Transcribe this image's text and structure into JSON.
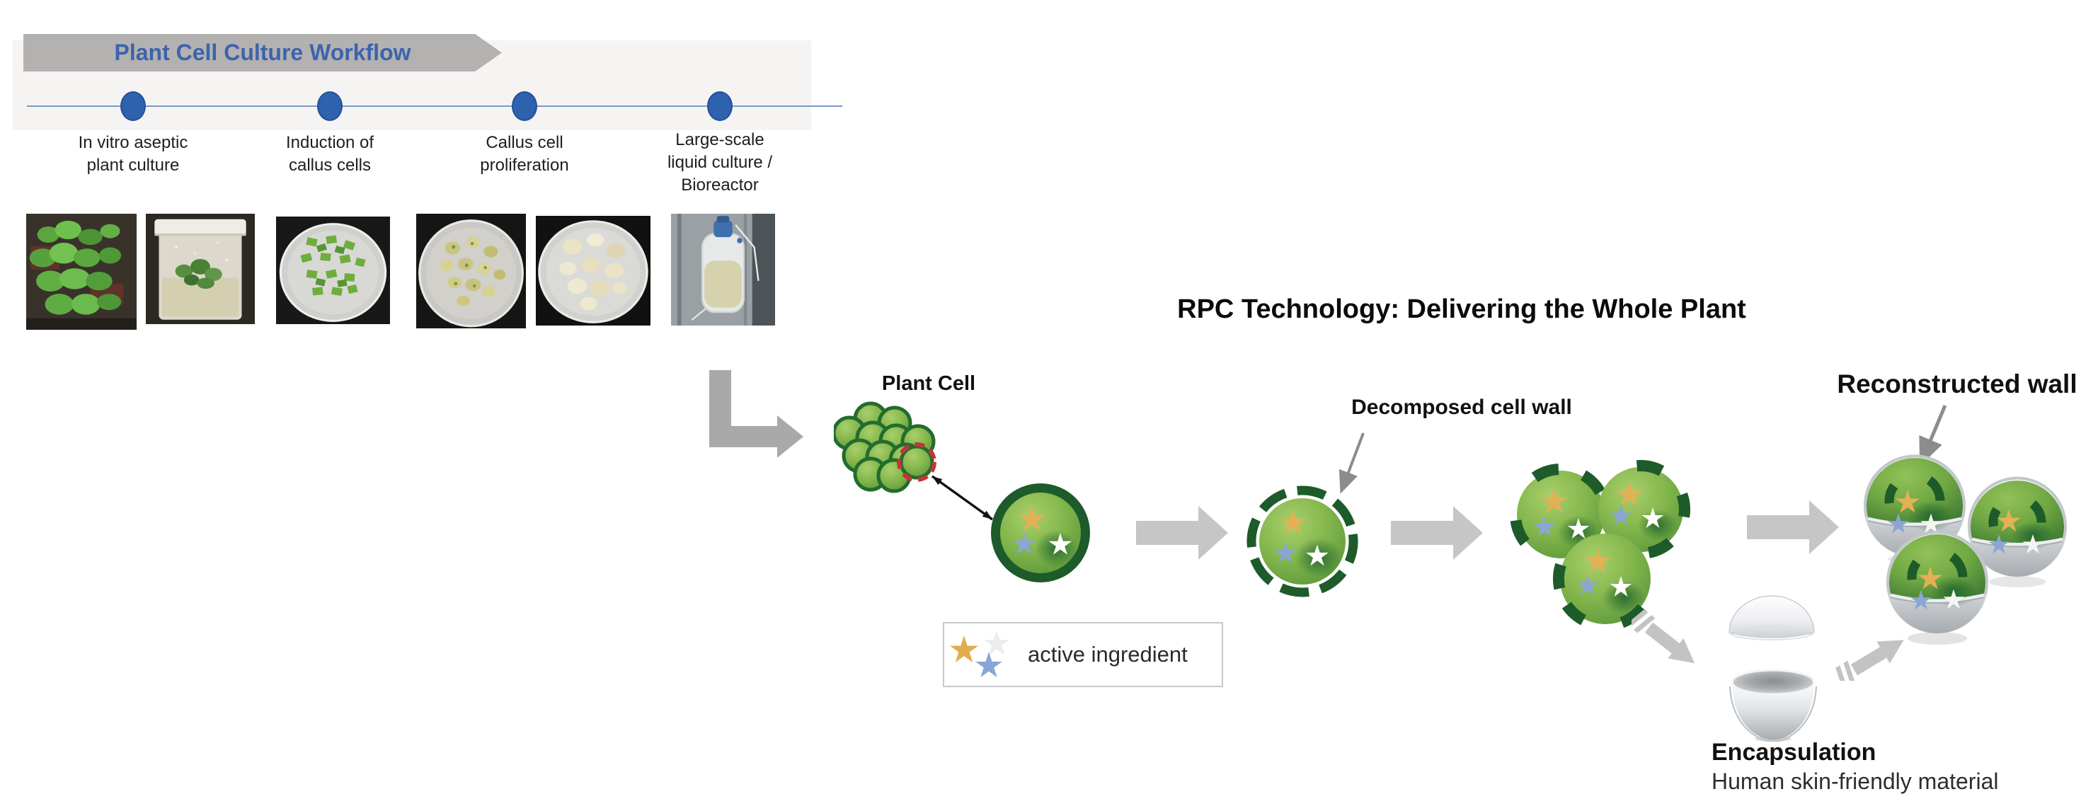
{
  "workflow": {
    "title": "Plant Cell Culture Workflow",
    "steps": [
      {
        "label": "In vitro aseptic\nplant culture"
      },
      {
        "label": "Induction of\ncallus cells"
      },
      {
        "label": "Callus cell\nproliferation"
      },
      {
        "label": "Large-scale\nliquid culture /\nBioreactor"
      }
    ]
  },
  "rpc": {
    "title": "RPC Technology: Delivering the Whole Plant",
    "plant_cell_label": "Plant Cell",
    "decomposed_label": "Decomposed cell wall",
    "reconstructed_label": "Reconstructed wall",
    "encapsulation_label": "Encapsulation",
    "encapsulation_note": "Human skin-friendly material",
    "legend_label": "active ingredient"
  },
  "colors": {
    "accent_blue": "#2e61ae",
    "header_text_blue": "#3b64ad",
    "banner_gray": "#b4b1b1",
    "flow_arrow_gray": "#c6c6c6",
    "cell_wall_green": "#1d5b2a",
    "cell_green": "#7cb044",
    "star_gold": "#e3b154",
    "star_blue": "#8aa6d4",
    "star_white": "#ffffff",
    "highlight_red": "#c4343a",
    "capsule_silver": "#b9bdc1"
  }
}
